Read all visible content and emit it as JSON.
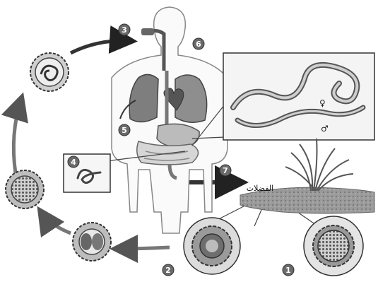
{
  "diagram": {
    "stage_numbers": {
      "n1": "1",
      "n2": "2",
      "n3": "3",
      "n4": "4",
      "n5": "5",
      "n6": "6",
      "n7": "7"
    },
    "feces_label": "الفضلات",
    "female_symbol": "♀",
    "male_symbol": "♂"
  }
}
